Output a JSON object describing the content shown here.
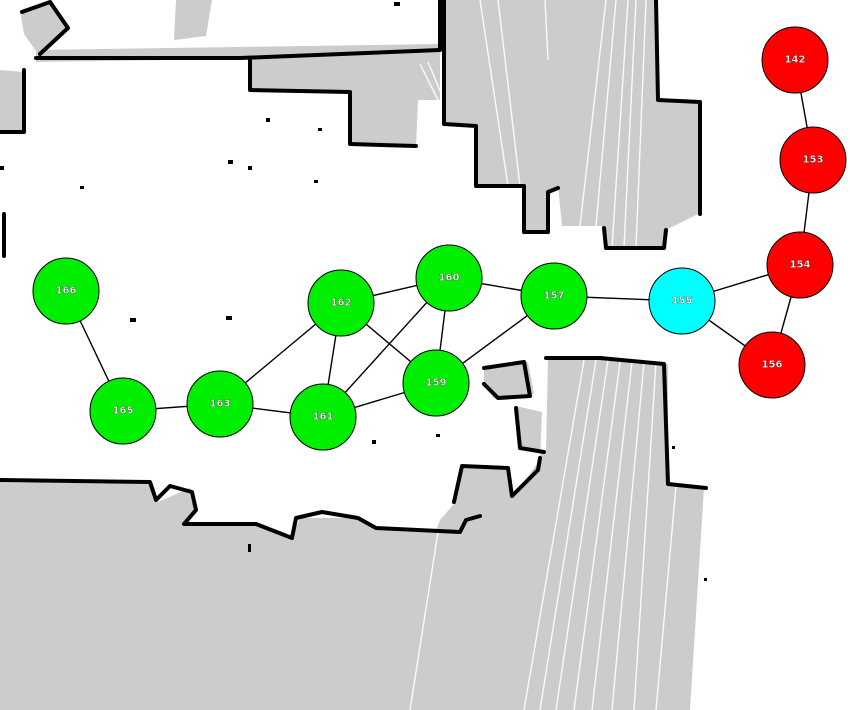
{
  "colors": {
    "background": "#ffffff",
    "occupied": "#cccccc",
    "wall": "#000000",
    "edge": "#000000",
    "status": {
      "green": "#00ee00",
      "cyan": "#00ffff",
      "red": "#ff0000"
    }
  },
  "graph": {
    "nodes": [
      {
        "id": "142",
        "status": "red"
      },
      {
        "id": "153",
        "status": "red"
      },
      {
        "id": "154",
        "status": "red"
      },
      {
        "id": "155",
        "status": "cyan"
      },
      {
        "id": "156",
        "status": "red"
      },
      {
        "id": "157",
        "status": "green"
      },
      {
        "id": "159",
        "status": "green"
      },
      {
        "id": "160",
        "status": "green"
      },
      {
        "id": "161",
        "status": "green"
      },
      {
        "id": "162",
        "status": "green"
      },
      {
        "id": "163",
        "status": "green"
      },
      {
        "id": "165",
        "status": "green"
      },
      {
        "id": "166",
        "status": "green"
      }
    ],
    "edges": [
      [
        "166",
        "165"
      ],
      [
        "165",
        "163"
      ],
      [
        "163",
        "162"
      ],
      [
        "163",
        "161"
      ],
      [
        "162",
        "160"
      ],
      [
        "162",
        "161"
      ],
      [
        "162",
        "159"
      ],
      [
        "160",
        "161"
      ],
      [
        "160",
        "159"
      ],
      [
        "160",
        "157"
      ],
      [
        "161",
        "159"
      ],
      [
        "159",
        "157"
      ],
      [
        "157",
        "155"
      ],
      [
        "155",
        "154"
      ],
      [
        "155",
        "156"
      ],
      [
        "154",
        "156"
      ],
      [
        "154",
        "153"
      ],
      [
        "153",
        "142"
      ]
    ]
  }
}
